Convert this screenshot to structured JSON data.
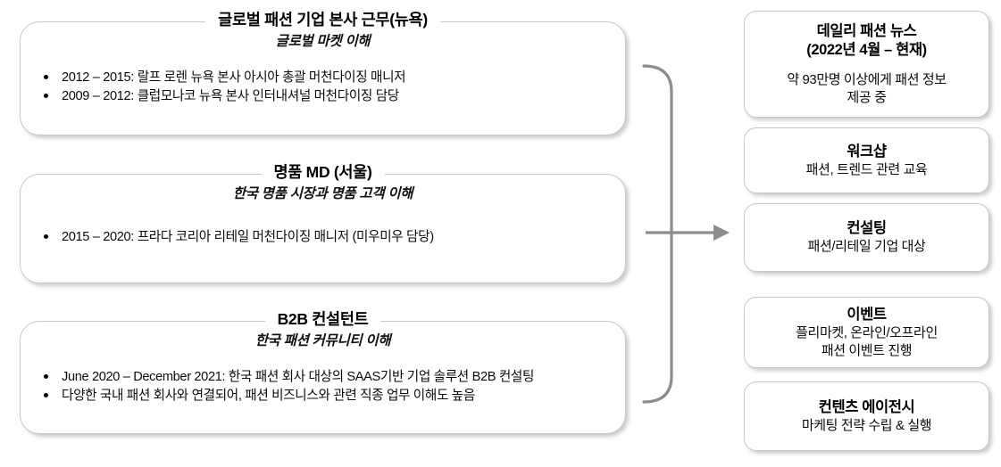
{
  "theme": {
    "background": "#ffffff",
    "box_border": "#c9c9c9",
    "text": "#000000",
    "connector": "#8c8c8c"
  },
  "experience": {
    "boxes": [
      {
        "title": "글로벌 패션 기업 본사 근무(뉴욕)",
        "subtitle": "글로벌 마켓 이해",
        "bullets": [
          "2012 – 2015: 랄프 로렌 뉴욕 본사 아시아 총괄 머천다이징 매니저",
          "2009 – 2012: 클럽모나코 뉴욕 본사 인터내셔널 머천다이징 담당"
        ]
      },
      {
        "title": "명품 MD (서울)",
        "subtitle": "한국 명품 시장과 명품 고객 이해",
        "bullets": [
          "2015 – 2020: 프라다 코리아 리테일 머천다이징 매니저 (미우미우 담당)"
        ]
      },
      {
        "title": "B2B 컨설턴트",
        "subtitle": "한국 패션 커뮤니티 이해",
        "bullets": [
          "June 2020 – December 2021: 한국 패션 회사 대상의 SAAS기반 기업 솔루션 B2B 컨설팅",
          "다양한 국내 패션 회사와 연결되어, 패션 비즈니스와 관련 직종 업무 이해도 높음"
        ]
      }
    ]
  },
  "connector": {
    "name": "brace-arrow-connector",
    "arrow_label": ""
  },
  "activities": {
    "boxes": [
      {
        "title": "데일리 패션 뉴스\n(2022년 4월 – 현재)",
        "desc": "약 93만명 이상에게 패션 정보\n제공 중"
      },
      {
        "title": "워크샵",
        "desc": "패션, 트렌드 관련 교육"
      },
      {
        "title": "컨설팅",
        "desc": "패션/리테일 기업 대상"
      },
      {
        "title": "이벤트",
        "desc": "플리마켓, 온라인/오프라인\n패션 이벤트 진행"
      },
      {
        "title": "컨텐츠 에이전시",
        "desc": "마케팅 전략 수립 & 실행"
      }
    ]
  }
}
